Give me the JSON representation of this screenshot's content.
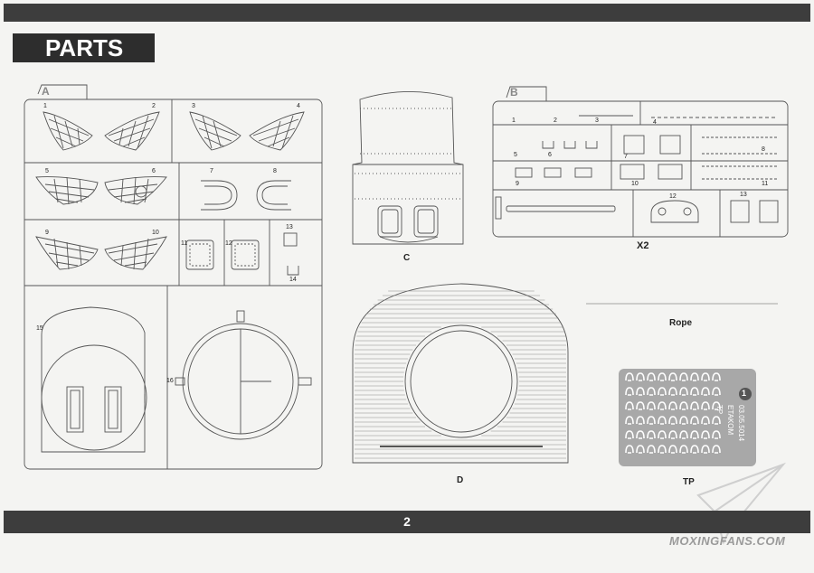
{
  "header": {
    "title": "PARTS"
  },
  "footer": {
    "page_number": "2"
  },
  "sprues": {
    "a": {
      "letter": "A",
      "numbers": [
        "1",
        "2",
        "3",
        "4",
        "5",
        "6",
        "7",
        "8",
        "9",
        "10",
        "11",
        "12",
        "13",
        "14",
        "15",
        "16"
      ]
    },
    "b": {
      "letter": "B",
      "numbers": [
        "1",
        "2",
        "3",
        "4",
        "5",
        "6",
        "7",
        "8",
        "9",
        "10",
        "11",
        "12",
        "13"
      ]
    },
    "c": {
      "label": "C"
    },
    "d": {
      "label": "D"
    },
    "x2": {
      "label": "X2"
    },
    "rope": {
      "label": "Rope"
    },
    "tp": {
      "label": "TP",
      "badge": "1",
      "brand_lines": [
        "TP",
        "ETAKOM",
        "03.05.5014"
      ]
    }
  },
  "watermark": {
    "text": "MOXINGFANS.COM"
  },
  "colors": {
    "bar": "#3d3d3d",
    "line": "#555555",
    "etch_plate": "#a8a8a8"
  }
}
